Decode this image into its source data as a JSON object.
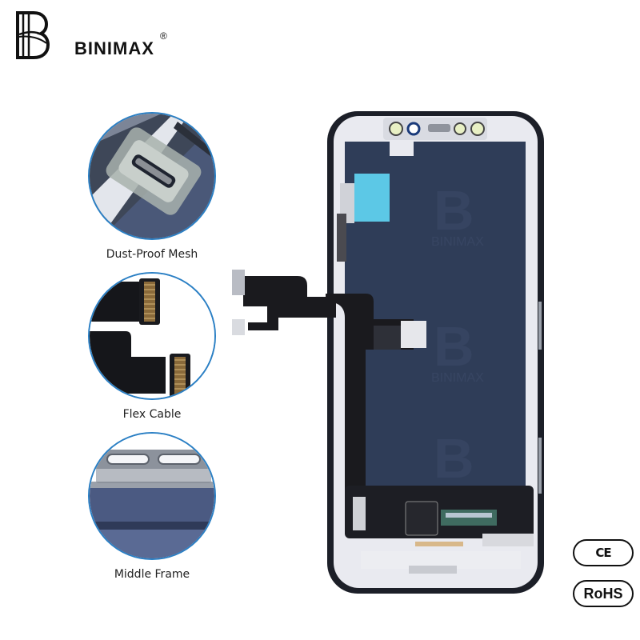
{
  "brand": {
    "name": "BINIMAX",
    "registered_mark": "®"
  },
  "features": [
    {
      "label": "Dust-Proof Mesh",
      "icon": "dust-proof-mesh-photo"
    },
    {
      "label": "Flex Cable",
      "icon": "flex-cable-photo"
    },
    {
      "label": "Middle Frame",
      "icon": "middle-frame-photo"
    }
  ],
  "certifications": [
    {
      "label": "CE"
    },
    {
      "label": "RoHS"
    }
  ],
  "product": {
    "watermark": "BINIMAX",
    "image": "lcd-screen-assembly-photo"
  },
  "colors": {
    "circle_border": "#2a7fc4",
    "panel": "#2f3d58",
    "frame": "#1c1f28",
    "bracket": "#e8e9ee",
    "flex": "#1a1a1e",
    "accent_tape": "#5cc8e6"
  }
}
